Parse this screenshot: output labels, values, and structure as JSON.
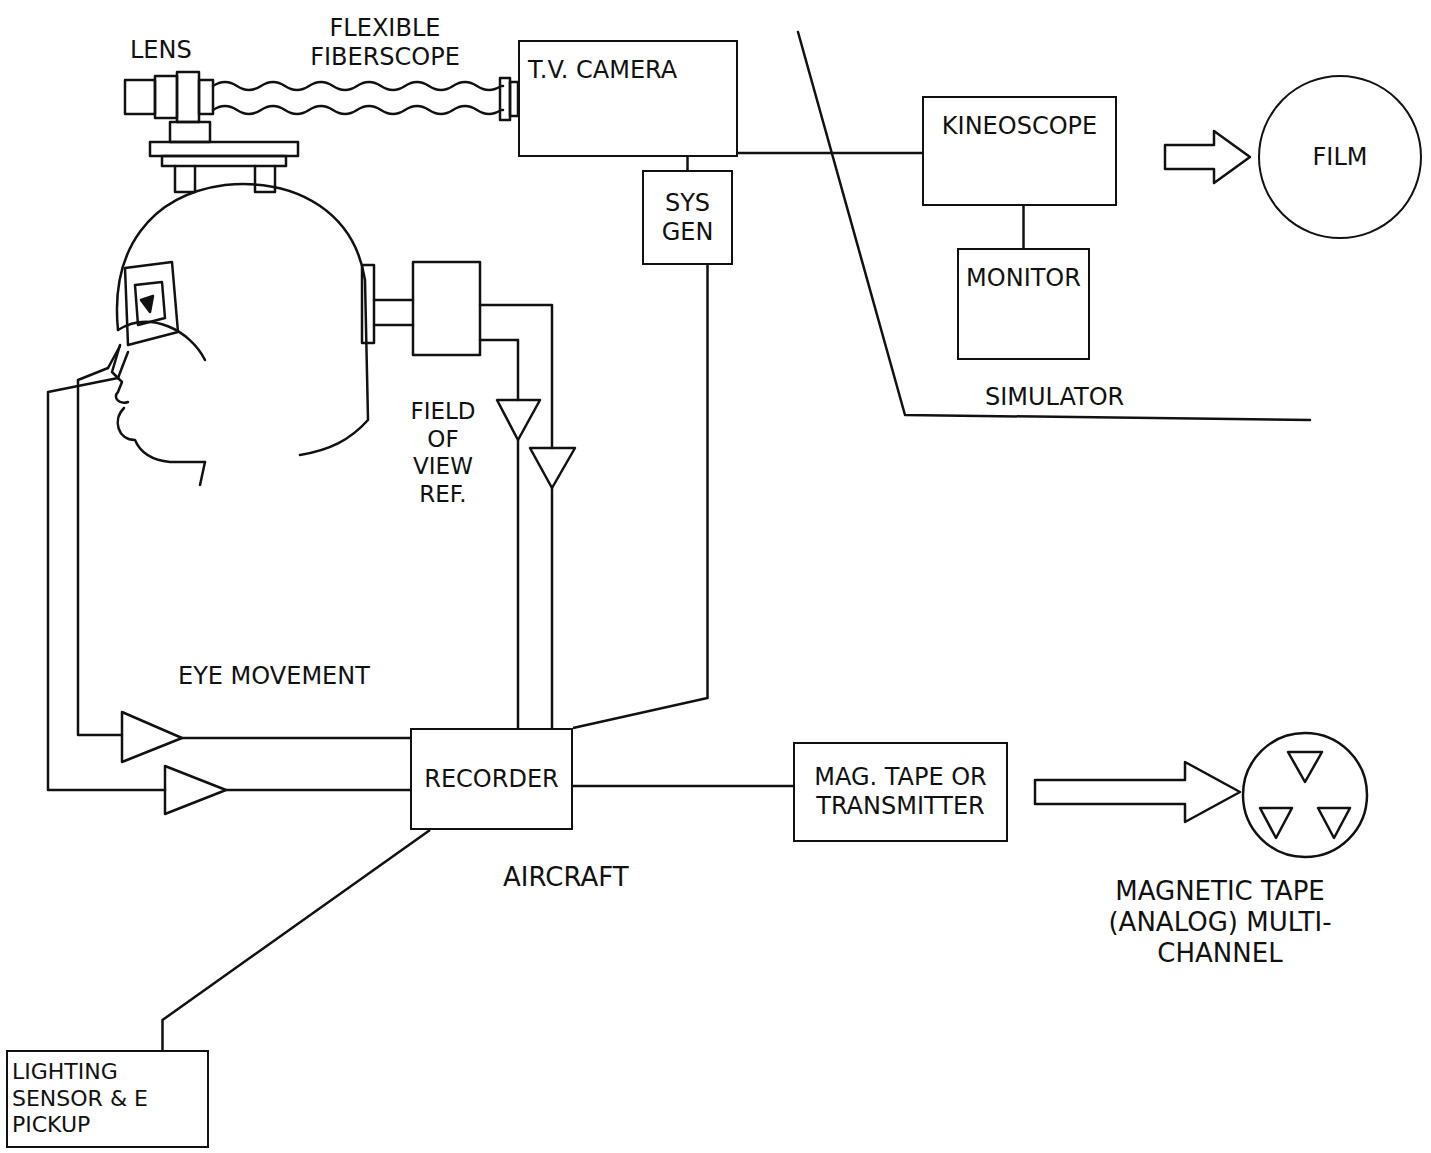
{
  "diagram": {
    "nodes": [
      {
        "text": [
          "T.V. CAMERA"
        ]
      },
      {
        "text": [
          "SYS GEN"
        ]
      },
      {
        "text": [
          "KINEOSCOPE"
        ]
      },
      {
        "text": [
          "MONITOR"
        ]
      },
      {
        "text": [
          "FILM"
        ]
      },
      {
        "text": [
          "RECORDER"
        ]
      },
      {
        "text": [
          "MAG. TAPE OR TRANSMITTER"
        ]
      },
      {
        "text": [
          "LIGHTING SENSOR & E PICKUP"
        ]
      }
    ],
    "edges": [
      {
        "from": 0,
        "to": 2,
        "arrow": "none"
      },
      {
        "from": 0,
        "to": 1,
        "arrow": "none"
      },
      {
        "from": 2,
        "to": 3,
        "arrow": "none"
      },
      {
        "from": 2,
        "to": 4,
        "arrow": "to"
      },
      {
        "from": 1,
        "to": 5,
        "arrow": "none"
      },
      {
        "from": 5,
        "to": 6,
        "arrow": "none"
      },
      {
        "from": 5,
        "to": 7,
        "arrow": "none"
      }
    ],
    "labels": [
      "LENS",
      "FLEXIBLE FIBERSCOPE",
      "SIMULATOR",
      "FIELD OF VIEW REF.",
      "EYE MOVEMENT",
      "AIRCRAFT",
      "MAGNETIC TAPE (ANALOG) MULTI-CHANNEL"
    ]
  }
}
